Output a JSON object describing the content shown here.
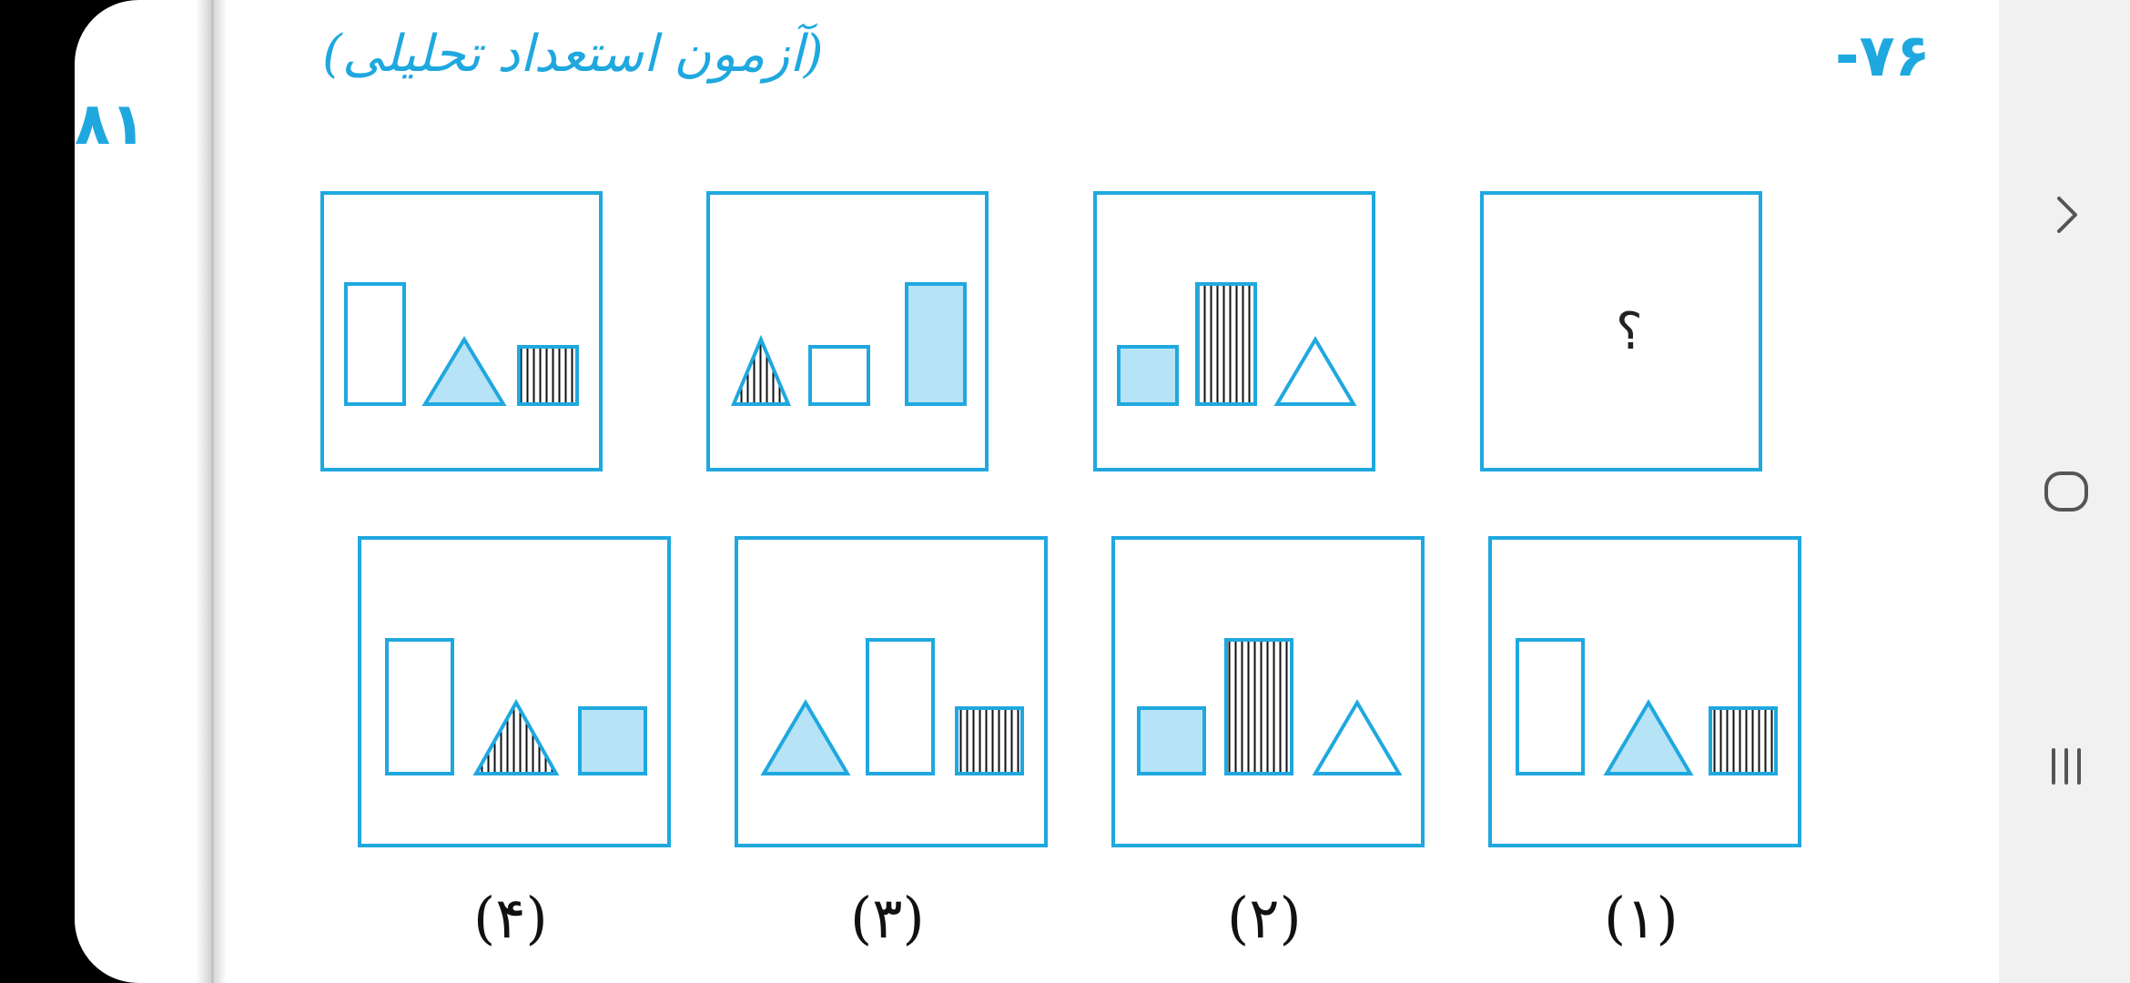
{
  "header": {
    "question_number": "-۷۶",
    "question_tag": "(آزمون استعداد تحلیلی)",
    "prev_page_number": "۸۱"
  },
  "puzzle": {
    "missing_mark": "؟"
  },
  "options": [
    {
      "label": "(۱)"
    },
    {
      "label": "(۲)"
    },
    {
      "label": "(۳)"
    },
    {
      "label": "(۴)"
    }
  ],
  "colors": {
    "accent": "#1fa8df",
    "fill": "#b7e3f6",
    "background": "#ffffff"
  },
  "navbar": {
    "icons": [
      "chevron-right-icon",
      "home-icon",
      "recents-icon"
    ]
  }
}
